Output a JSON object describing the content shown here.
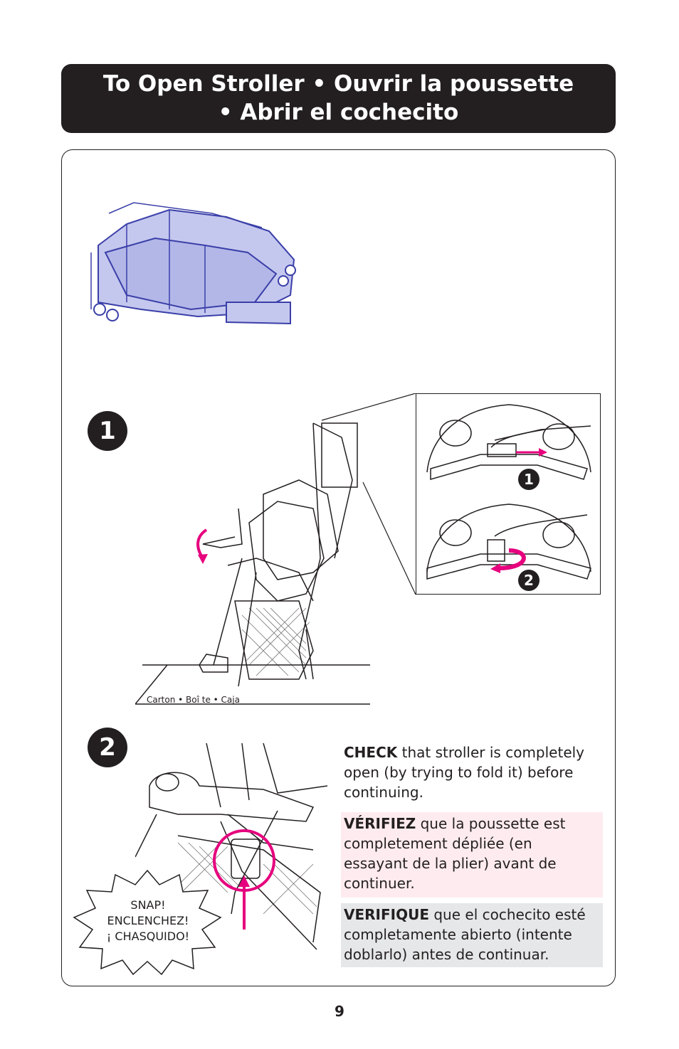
{
  "title": {
    "line1": "To Open Stroller  •  Ouvrir la poussette",
    "line2": "•  Abrir el cochecito"
  },
  "steps": {
    "step1_number": "1",
    "step2_number": "2"
  },
  "inset": {
    "sub1": "1",
    "sub2": "2"
  },
  "carton_label": "Carton  •  Boî te  •  Caja",
  "check": {
    "en_bold": "CHECK",
    "en_text": " that stroller is completely open (by trying to fold it) before continuing.",
    "fr_bold": "VÉRIFIEZ",
    "fr_text": " que la poussette est completement dépliée (en essayant de la plier) avant de continuer.",
    "es_bold": "VERIFIQUE",
    "es_text": " que el cochecito esté completamente abierto (intente doblarlo) antes de continuar."
  },
  "snap": {
    "line1": "SNAP!",
    "line2": "ENCLENCHEZ!",
    "line3": "¡ CHASQUIDO!"
  },
  "page_number": "9",
  "colors": {
    "accent_magenta": "#e6007e",
    "folded_stroller_fill": "#c5c8ee",
    "folded_stroller_line": "#3a3fa8"
  }
}
